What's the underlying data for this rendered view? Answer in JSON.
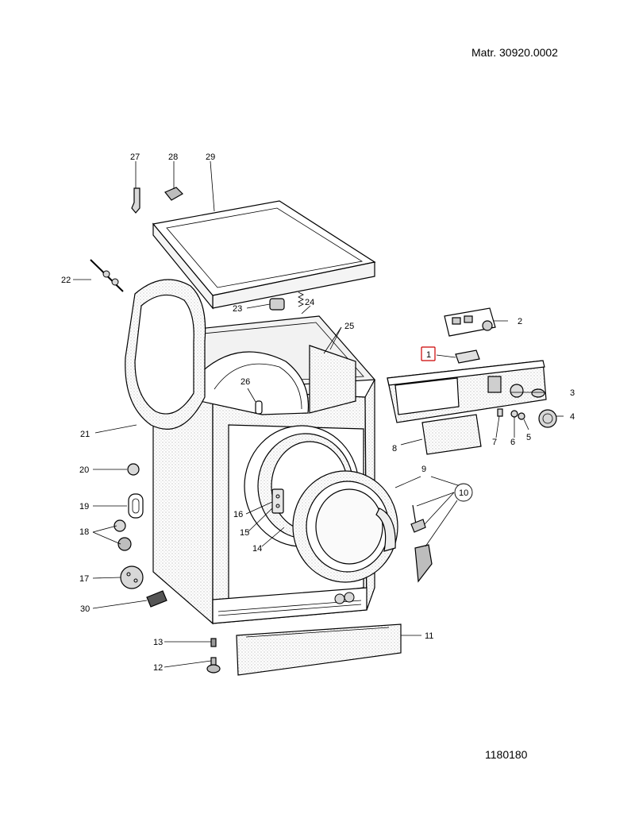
{
  "header": {
    "matr": "Matr. 30920.0002"
  },
  "footer": {
    "code": "1180180"
  },
  "diagram": {
    "part_labels": [
      "1",
      "2",
      "3",
      "4",
      "5",
      "6",
      "7",
      "8",
      "9",
      "10",
      "11",
      "12",
      "13",
      "14",
      "15",
      "16",
      "17",
      "18",
      "19",
      "20",
      "21",
      "22",
      "23",
      "24",
      "25",
      "26",
      "27",
      "28",
      "29",
      "30"
    ],
    "highlighted_part": "1",
    "highlight_color": "#cc0000"
  }
}
